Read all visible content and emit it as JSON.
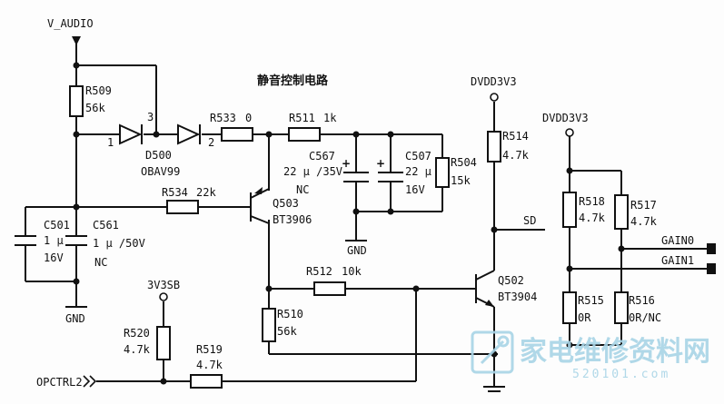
{
  "title": "静音控制电路",
  "nets": {
    "v_audio": "V_AUDIO",
    "dvdd_a": "DVDD3V3",
    "dvdd_b": "DVDD3V3",
    "v3v3sb": "3V3SB",
    "sd": "SD",
    "gain0": "GAIN0",
    "gain1": "GAIN1",
    "opctrl": "OPCTRL2",
    "gnd_a": "GND",
    "gnd_b": "GND"
  },
  "parts": {
    "r509": {
      "ref": "R509",
      "value": "56k"
    },
    "d500": {
      "ref": "D500",
      "value": "OBAV99",
      "pin1": "1",
      "pin2": "2",
      "pin3": "3"
    },
    "r533": {
      "ref": "R533",
      "value": "0"
    },
    "r511": {
      "ref": "R511",
      "value": "1k"
    },
    "c567": {
      "ref": "C567",
      "value": "22 μ /35V",
      "note": "NC"
    },
    "c507": {
      "ref": "C507",
      "value": "22 μ",
      "voltage": "16V"
    },
    "r504": {
      "ref": "R504",
      "value": "15k"
    },
    "r534": {
      "ref": "R534",
      "value": "22k"
    },
    "q503": {
      "ref": "Q503",
      "value": "BT3906"
    },
    "c501": {
      "ref": "C501",
      "value": "1 μ",
      "voltage": "16V"
    },
    "c561": {
      "ref": "C561",
      "value": "1 μ /50V",
      "note": "NC"
    },
    "r514": {
      "ref": "R514",
      "value": "4.7k"
    },
    "r512": {
      "ref": "R512",
      "value": "10k"
    },
    "r510": {
      "ref": "R510",
      "value": "56k"
    },
    "q502": {
      "ref": "Q502",
      "value": "BT3904"
    },
    "r520": {
      "ref": "R520",
      "value": "4.7k"
    },
    "r519": {
      "ref": "R519",
      "value": "4.7k"
    },
    "r518": {
      "ref": "R518",
      "value": "4.7k"
    },
    "r517": {
      "ref": "R517",
      "value": "4.7k"
    },
    "r515": {
      "ref": "R515",
      "value": "0R"
    },
    "r516": {
      "ref": "R516",
      "value": "0R/NC"
    }
  },
  "watermark": {
    "brand": "家电维修资料网",
    "url": "520101.com"
  }
}
